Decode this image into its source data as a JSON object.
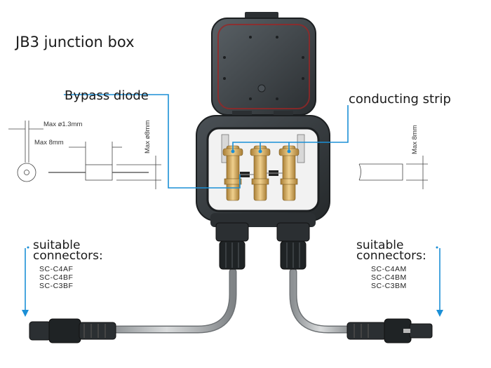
{
  "title": "JB3 junction box",
  "callouts": {
    "bypass_diode": "Bypass diode",
    "conducting_strip": "conducting strip"
  },
  "dimensions": {
    "diode_wire": "Max ø1.3mm",
    "diode_length": "Max 8mm",
    "diode_body": "Max ø8mm",
    "strip_width": "Max 8mm"
  },
  "connectors_left": {
    "heading_line1": "suitable",
    "heading_line2": "connectors:",
    "models": [
      "SC-C4AF",
      "SC-C4BF",
      "SC-C3BF"
    ]
  },
  "connectors_right": {
    "heading_line1": "suitable",
    "heading_line2": "connectors:",
    "models": [
      "SC-C4AM",
      "SC-C4BM",
      "SC-C3BM"
    ]
  },
  "colors": {
    "callout_line": "#1b8fd6",
    "box_body": "#2f3437",
    "terminal": "#c9a15a",
    "cable": "#a9acaf"
  }
}
